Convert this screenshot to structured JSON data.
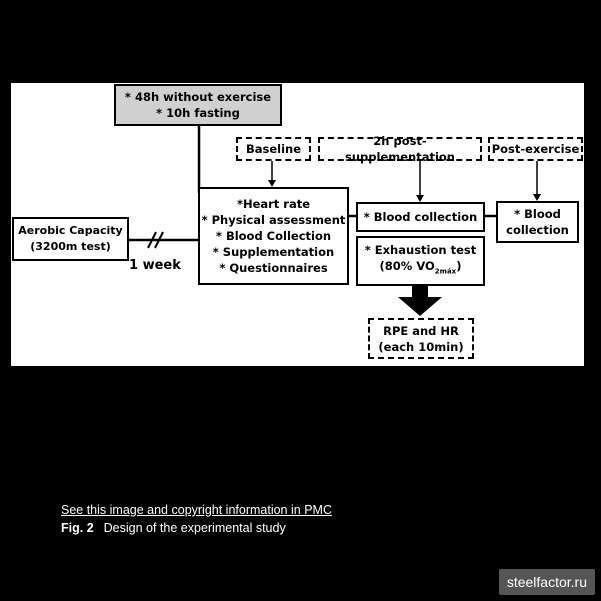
{
  "diagram": {
    "top_note": [
      "* 48h without exercise",
      "* 10h fasting"
    ],
    "aerobic": [
      "Aerobic Capacity",
      "(3200m test)"
    ],
    "interval": "1 week",
    "labels": {
      "baseline": "Baseline",
      "post_supp": "2h post-supplementation",
      "post_ex": "Post-exercise"
    },
    "baseline_box": [
      "*Heart rate",
      "* Physical assessment",
      "* Blood Collection",
      "* Supplementation",
      "* Questionnaires"
    ],
    "blood_collection": "* Blood collection",
    "blood_post": [
      "* Blood",
      "collection"
    ],
    "exhaustion": {
      "line1": "* Exhaustion test",
      "pre": "(80% VO",
      "sub": "2máx",
      "post": ")"
    },
    "rpe": [
      "RPE and HR",
      "(each 10min)"
    ]
  },
  "caption": {
    "link": "See this image and copyright information in PMC",
    "fig_label": "Fig. 2",
    "fig_text": "Design of the experimental study"
  },
  "watermark": "steelfactor.ru"
}
